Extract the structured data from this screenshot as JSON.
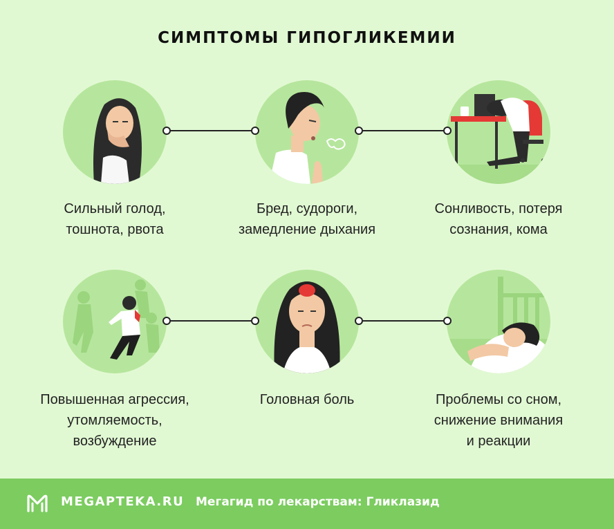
{
  "title": "СИМПТОМЫ ГИПОГЛИКЕМИИ",
  "symptoms": [
    {
      "illustration": "nauseous-woman-illustration",
      "line1": "Сильный голод,",
      "line2": "тошнота, рвота",
      "line3": ""
    },
    {
      "illustration": "confused-man-breathing-illustration",
      "line1": "Бред, судороги,",
      "line2": "замедление дыхания",
      "line3": ""
    },
    {
      "illustration": "collapsed-at-desk-illustration",
      "line1": "Сонливость, потеря",
      "line2": "сознания, кома",
      "line3": ""
    },
    {
      "illustration": "agitated-man-illustration",
      "line1": "Повышенная агрессия,",
      "line2": "утомляемость,",
      "line3": "возбуждение"
    },
    {
      "illustration": "headache-woman-illustration",
      "line1": "Головная боль",
      "line2": "",
      "line3": ""
    },
    {
      "illustration": "sleeping-woman-illustration",
      "line1": "Проблемы со сном,",
      "line2": "снижение внимания",
      "line3": "и реакции"
    }
  ],
  "footer": {
    "logo_icon": "megapteka-m-logo-icon",
    "brand": "MEGAPTEKA.RU",
    "tagline": "Мегагид по лекарствам: Гликлазид"
  },
  "colors": {
    "background": "#e1f9d3",
    "circle": "#b6e69d",
    "footer": "#7ccc60",
    "accent_red": "#e53935"
  }
}
